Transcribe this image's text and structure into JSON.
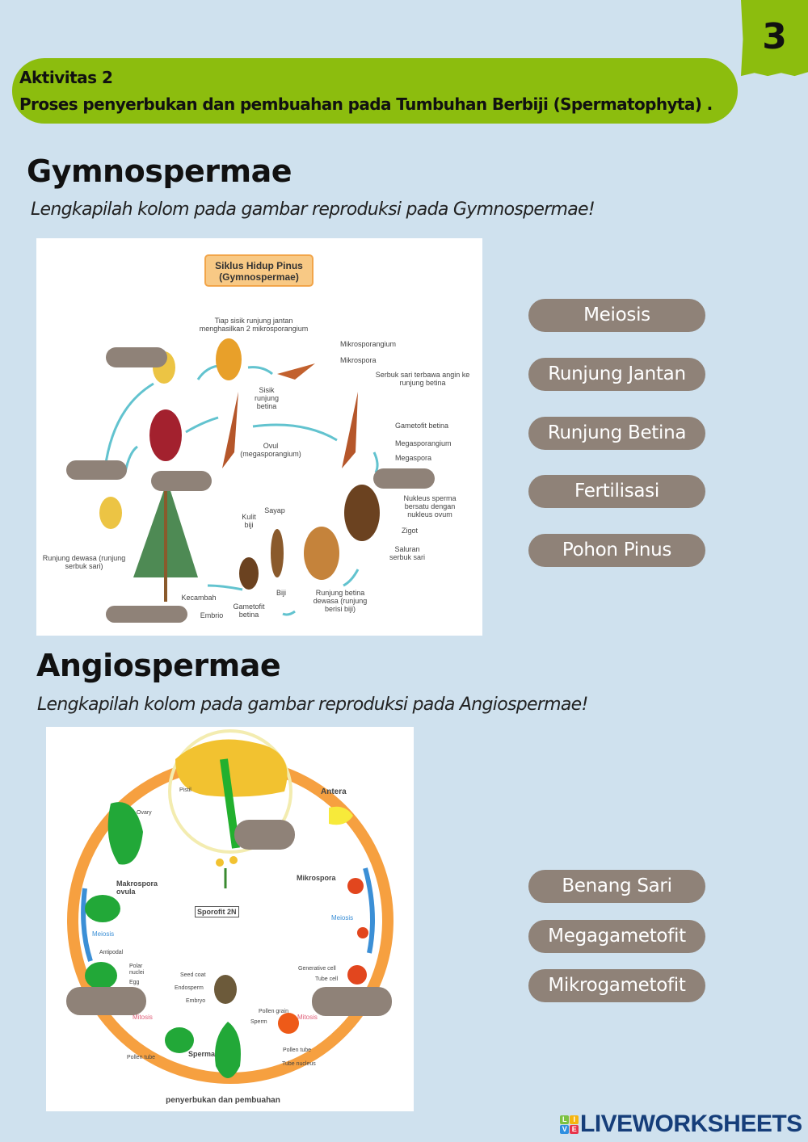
{
  "page_number": "3",
  "banner": {
    "activity": "Aktivitas 2",
    "title": "Proses penyerbukan dan pembuahan pada Tumbuhan Berbiji (Spermatophyta) ."
  },
  "gymno": {
    "heading": "Gymnospermae",
    "instruction": "Lengkapilah kolom pada gambar reproduksi pada Gymnospermae!",
    "diagram": {
      "title_line1": "Siklus Hidup Pinus",
      "title_line2": "(Gymnospermae)",
      "labels": {
        "tiap": "Tiap sisik runjung jantan menghasilkan 2 mikrosporangium",
        "mikrosporangium": "Mikrosporangium",
        "mikrospora": "Mikrospora",
        "serbuk": "Serbuk sari terbawa angin ke runjung betina",
        "sisik": "Sisik runjung betina",
        "ovul": "Ovul (megasporangium)",
        "gametofit_betina": "Gametofit betina",
        "megasporangium": "Megasporangium",
        "megaspora": "Megaspora",
        "nukleus": "Nukleus sperma bersatu dengan nukleus ovum",
        "zigot": "Zigot",
        "saluran": "Saluran serbuk sari",
        "runjung_betina_dewasa": "Runjung betina dewasa (runjung berisi biji)",
        "sayap": "Sayap",
        "kulit_biji": "Kulit biji",
        "biji": "Biji",
        "gametofit_betina2": "Gametofit betina",
        "kecambah": "Kecambah",
        "embrio": "Embrio",
        "runjung_dewasa": "Runjung dewasa (runjung serbuk sari)"
      }
    },
    "answers": [
      "Meiosis",
      "Runjung Jantan",
      "Runjung Betina",
      "Fertilisasi",
      "Pohon Pinus"
    ]
  },
  "angio": {
    "heading": "Angiospermae",
    "instruction": "Lengkapilah kolom pada gambar reproduksi pada Angiospermae!",
    "diagram": {
      "labels": {
        "pistil": "Pistil",
        "antera": "Antera",
        "ovary": "Ovary",
        "makrospora": "Makrospora ovula",
        "mikrospora": "Mikrospora",
        "sporofit": "Sporofit 2N",
        "meiosis_left": "Meiosis",
        "meiosis_right": "Meiosis",
        "antipodal": "Antipodal",
        "polar": "Polar nuclei",
        "egg": "Egg",
        "seed_coat": "Seed coat",
        "endosperm": "Endosperm",
        "embryo": "Embryo",
        "generative": "Generative cell",
        "tube_cell": "Tube cell",
        "mitosis_left": "Mitosis",
        "mitosis_right": "Mitosis",
        "pollen_grain": "Pollen grain",
        "sperm": "Sperm",
        "pollen_tube_left": "Pollen tube",
        "sperma": "Sperma",
        "pollen_tube_right": "Pollen tube",
        "tube_nucleus": "Tube nucleus",
        "caption": "penyerbukan dan pembuahan"
      }
    },
    "answers": [
      "Benang Sari",
      "Megagametofit",
      "Mikrogametofit"
    ]
  },
  "logo": {
    "text": "LIVEWORKSHEETS",
    "tiles": [
      "L",
      "I",
      "V",
      "E"
    ]
  },
  "colors": {
    "background": "#cfe1ee",
    "green": "#8cbd0e",
    "pill": "#8f8278",
    "logo": "#163e7a"
  }
}
